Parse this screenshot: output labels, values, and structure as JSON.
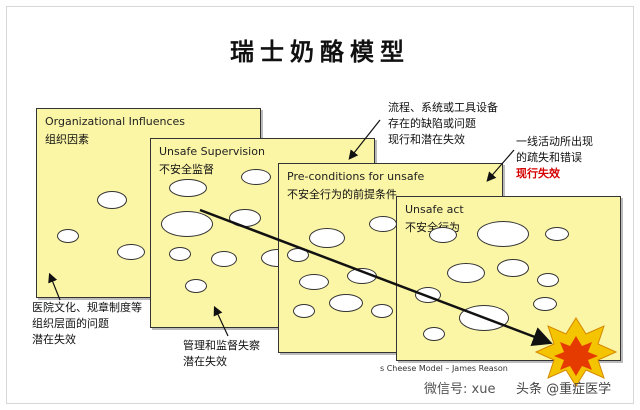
{
  "title": "瑞士奶酪模型",
  "slices": [
    {
      "en": "Organizational Influences",
      "zh": "组织因素"
    },
    {
      "en": "Unsafe Supervision",
      "zh": "不安全监督"
    },
    {
      "en": "Pre-conditions for unsafe",
      "zh": "不安全行为的前提条件"
    },
    {
      "en": "Unsafe act",
      "zh": "不安全行为"
    }
  ],
  "notes": {
    "process": [
      "流程、系统或工具设备",
      "存在的缺陷或问题",
      "现行和潜在失效"
    ],
    "frontline": [
      "一线活动所出现",
      "的疏失和错误"
    ],
    "frontline_red": "现行失效",
    "org": [
      "医院文化、规章制度等",
      "组织层面的问题",
      "潜在失效"
    ],
    "supervision": [
      "管理和监督失察",
      "潜在失效"
    ]
  },
  "credit": "s Cheese Model – James Reason",
  "watermark_left": "微信号: xue",
  "watermark_right": "头条 @重症医学"
}
